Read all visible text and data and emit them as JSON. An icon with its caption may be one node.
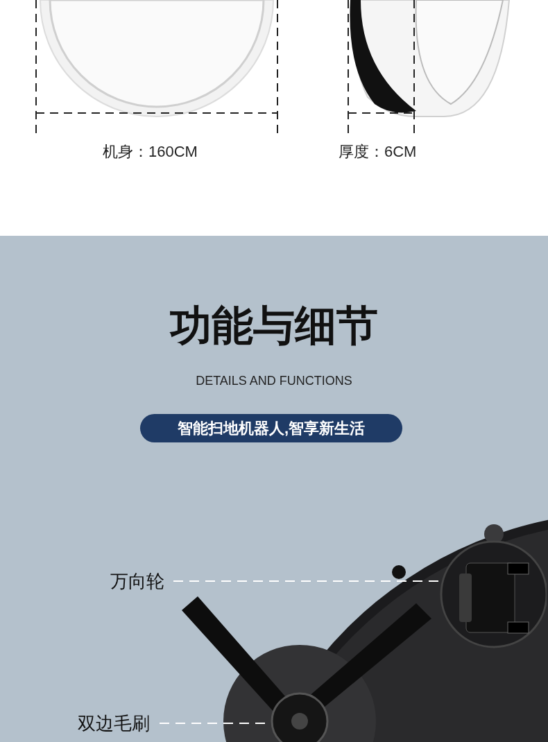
{
  "diagram": {
    "title": "功能与细节",
    "nodes": [
      {
        "text": [
          "智能扫地机器人,智享新生活"
        ]
      },
      {
        "text": [
          "万向轮"
        ]
      },
      {
        "text": [],
        "shape": "picture"
      },
      {
        "text": [
          "双边毛刷"
        ]
      },
      {
        "text": [],
        "shape": "picture"
      }
    ],
    "edges": [
      {
        "from": 1,
        "to": 2,
        "arrow": "none",
        "style": "dashed"
      },
      {
        "from": 3,
        "to": 4,
        "arrow": "none",
        "style": "dashed"
      }
    ],
    "labels": [
      "机身：160CM",
      "厚度：6CM",
      "DETAILS AND FUNCTIONS"
    ]
  }
}
